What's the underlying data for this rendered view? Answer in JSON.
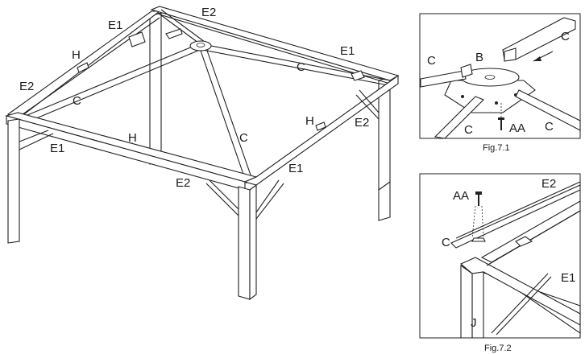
{
  "main_diagram": {
    "labels": {
      "e1_top_left": "E1",
      "e2_top": "E2",
      "h_left": "H",
      "e1_top_right": "E1",
      "c_top_right": "C",
      "e2_left": "E2",
      "c_left": "C",
      "h_front": "H",
      "h_right": "H",
      "e2_right": "E2",
      "c_center": "C",
      "e1_front_left": "E1",
      "e1_front_right": "E1",
      "e2_front": "E2"
    }
  },
  "fig_7_1": {
    "caption": "Fig.7.1",
    "labels": {
      "c_top_right": "C",
      "c_left": "C",
      "b": "B",
      "c_bottom_left": "C",
      "aa": "AA",
      "c_bottom_right": "C"
    }
  },
  "fig_7_2": {
    "caption": "Fig.7.2",
    "labels": {
      "aa": "AA",
      "e2": "E2",
      "c": "C",
      "e1": "E1",
      "j": "J"
    }
  }
}
